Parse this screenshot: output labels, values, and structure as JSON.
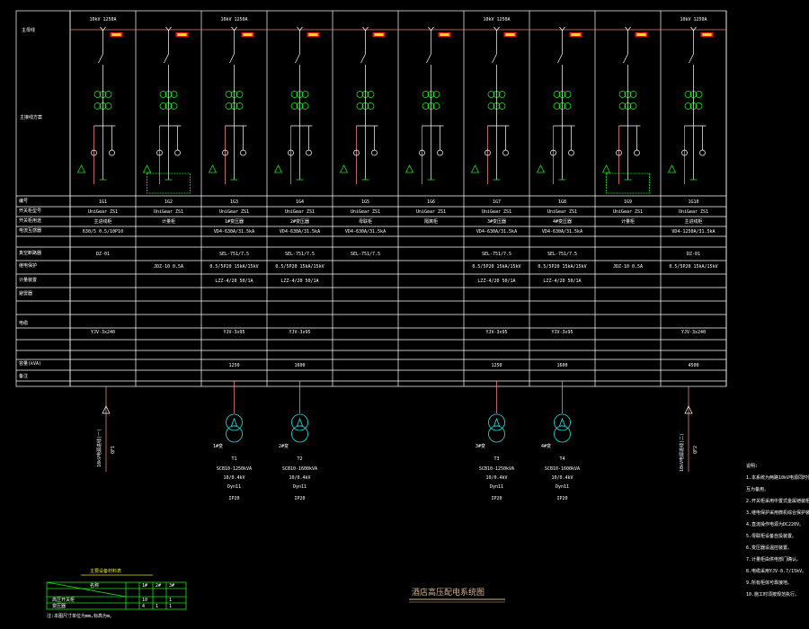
{
  "diagram_title": "酒店高压配电系统图",
  "row_labels": {
    "bus": "主母线",
    "scheme": "主接线方案",
    "cabinet_no": "编号",
    "cabinet_model": "开关柜型号",
    "cabinet_use": "开关柜用途",
    "ct": "电流互感器",
    "vcb": "真空断路器",
    "relay": "继电保护",
    "meter": "计量装置",
    "arrester": "避雷器",
    "cable": "电缆",
    "load_kva": "容量(kVA)",
    "remarks": "备注"
  },
  "panels": [
    {
      "no": "1G1",
      "model": "UniGear ZS1",
      "use": "主进线柜",
      "ct": "630/5 0.5/10P10",
      "relay": "DZ-01",
      "meter": "",
      "pt": "",
      "cable": "YJV-3x240",
      "kva": "",
      "load_text": "",
      "bus_rating": "10kV 1250A"
    },
    {
      "no": "1G2",
      "model": "UniGear ZS1",
      "use": "计量柜",
      "ct": "",
      "relay": "",
      "meter": "JDZ-10 0.5A",
      "pt": "",
      "cable": "",
      "kva": "",
      "load_text": ""
    },
    {
      "no": "1G3",
      "model": "UniGear ZS1",
      "use": "1#变压器",
      "ct": "VD4-630A/31.5kA",
      "relay": "SEL-751/7.5",
      "meter": "0.5/5P20 15kA/15kV",
      "pt": "LZZ-4/20 50/1A",
      "cable": "YJV-3x95",
      "kva": "1250",
      "load_text": "1#变",
      "bus_rating": "10kV 1250A"
    },
    {
      "no": "1G4",
      "model": "UniGear ZS1",
      "use": "2#变压器",
      "ct": "VD4-630A/31.5kA",
      "relay": "SEL-751/7.5",
      "meter": "0.5/5P20 15kA/15kV",
      "pt": "LZZ-4/20 50/1A",
      "cable": "YJV-3x95",
      "kva": "1600",
      "load_text": "2#变"
    },
    {
      "no": "1G5",
      "model": "UniGear ZS1",
      "use": "母联柜",
      "ct": "VD4-630A/31.5kA",
      "relay": "SEL-751/7.5",
      "meter": "",
      "pt": "",
      "cable": "",
      "kva": "",
      "load_text": ""
    },
    {
      "no": "1G6",
      "model": "UniGear ZS1",
      "use": "隔离柜",
      "ct": "",
      "relay": "",
      "meter": "",
      "pt": "",
      "cable": "",
      "kva": "",
      "load_text": ""
    },
    {
      "no": "1G7",
      "model": "UniGear ZS1",
      "use": "3#变压器",
      "ct": "VD4-630A/31.5kA",
      "relay": "SEL-751/7.5",
      "meter": "0.5/5P20 15kA/15kV",
      "pt": "LZZ-4/20 50/1A",
      "cable": "YJV-3x95",
      "kva": "1250",
      "load_text": "3#变",
      "bus_rating": "10kV 1250A"
    },
    {
      "no": "1G8",
      "model": "UniGear ZS1",
      "use": "4#变压器",
      "ct": "VD4-630A/31.5kA",
      "relay": "SEL-751/7.5",
      "meter": "0.5/5P20 15kA/15kV",
      "pt": "LZZ-4/20 50/1A",
      "cable": "YJV-3x95",
      "kva": "1600",
      "load_text": "4#变"
    },
    {
      "no": "1G9",
      "model": "UniGear ZS1",
      "use": "计量柜",
      "ct": "",
      "relay": "",
      "meter": "JDZ-10 0.5A",
      "pt": "",
      "cable": "",
      "kva": "",
      "load_text": ""
    },
    {
      "no": "1G10",
      "model": "UniGear ZS1",
      "use": "主进线柜",
      "ct": "VD4-1250A/31.5kA",
      "relay": "DZ-01",
      "meter": "0.5/5P20 15kA/15kV",
      "pt": "",
      "cable": "YJV-3x240",
      "kva": "4500",
      "load_text": "",
      "bus_rating": "10kV 1250A"
    }
  ],
  "transformers": [
    {
      "name": "T1",
      "model": "SCB10-1250kVA",
      "ratio": "10/0.4kV",
      "vector": "Dyn11",
      "ip": "IP20"
    },
    {
      "name": "T2",
      "model": "SCB10-1600kVA",
      "ratio": "10/0.4kV",
      "vector": "Dyn11",
      "ip": "IP20"
    },
    {
      "name": "T3",
      "model": "SCB10-1250kVA",
      "ratio": "10/0.4kV",
      "vector": "Dyn11",
      "ip": "IP20"
    },
    {
      "name": "T4",
      "model": "SCB10-1600kVA",
      "ratio": "10/0.4kV",
      "vector": "Dyn11",
      "ip": "IP20"
    }
  ],
  "incoming": {
    "left_label": "10kV电源进线(一)",
    "right_label": "10kV电源进线(二)",
    "left_id": "QF1",
    "right_id": "QF2"
  },
  "notes": [
    "说明:",
    "1.本系统为两路10kV电源同时供电,",
    "  互为备用。",
    "2.开关柜采用中置式金属铠装柜。",
    "3.继电保护采用微机综合保护装置。",
    "4.直流操作电源为DC220V。",
    "5.母联柜设备自投装置。",
    "6.变压器设温控装置。",
    "7.计量柜由供电部门确认。",
    "8.电缆采用YJV-8.7/15kV。",
    "9.所有柜体可靠接地。",
    "10.施工时须按规范执行。"
  ],
  "legend_table": {
    "title": "主要设备材料表",
    "headers": [
      "名称",
      "1#",
      "2#",
      "3#"
    ],
    "rows": [
      [
        "高压开关柜",
        "10",
        "",
        "1"
      ],
      [
        "变压器",
        "4",
        "1",
        "1"
      ]
    ],
    "footnote": "注:本图尺寸单位为mm,标高为m。"
  },
  "colors": {
    "background": "#000000",
    "grid": "#ffffff",
    "green": "#19e619",
    "red": "#e68080",
    "cyan": "#22e6e6",
    "yellow": "#e6e61a",
    "title": "#d9b38c"
  }
}
